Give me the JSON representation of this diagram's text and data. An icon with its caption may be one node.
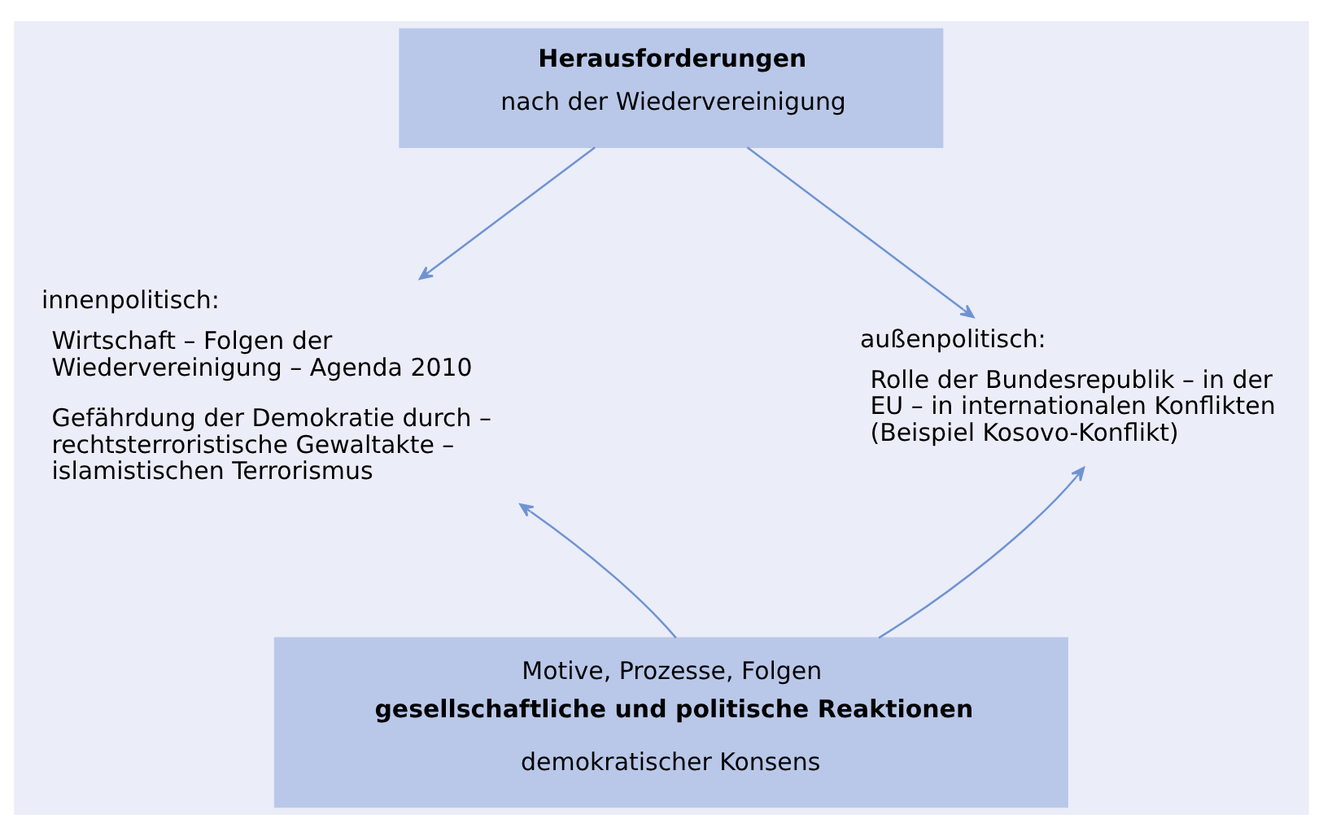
{
  "diagram": {
    "nodes": [
      {
        "text": [
          "Herausforderungen",
          "nach der Wiedervereinigung"
        ]
      },
      {
        "text": [
          "innenpolitisch:",
          "Wirtschaft – Folgen der Wiedervereinigung – Agenda 2010",
          "Gefährdung der Demokratie durch – rechtsterroristische Gewaltakte – islamistischen Terrorismus"
        ]
      },
      {
        "text": [
          "außenpolitisch:",
          "Rolle der Bundesrepublik – in der EU – in internationalen Konflikten (Beispiel Kosovo-Konflikt)"
        ]
      },
      {
        "text": [
          "Motive, Prozesse, Folgen",
          "gesellschaftliche und politische Reaktionen",
          "demokratischer Konsens"
        ]
      }
    ],
    "edges": [
      {
        "from": 0,
        "to": 1,
        "arrow": "to"
      },
      {
        "from": 0,
        "to": 2,
        "arrow": "to"
      },
      {
        "from": 3,
        "to": 1,
        "arrow": "to"
      },
      {
        "from": 3,
        "to": 2,
        "arrow": "to"
      }
    ]
  }
}
